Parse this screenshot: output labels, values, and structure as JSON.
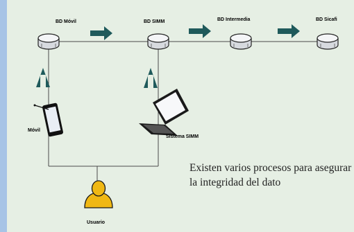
{
  "nodes": {
    "bd_movil": "BD Móvil",
    "bd_simm": "BD SIMM",
    "bd_intermedia": "BD Intermedia",
    "bd_sicafi": "BD Sicafi",
    "movil": "Móvil",
    "sistema_simm": "Sistema SIMM",
    "usuario": "Usuario"
  },
  "caption": "Existen varios procesos para asegurar la integridad del dato",
  "colors": {
    "frame": "#a7c4e6",
    "canvas": "#e6efe4",
    "arrow": "#1f5a5b",
    "user": "#f0b814"
  },
  "icons": [
    "database-icon",
    "arrow-right-icon",
    "arrow-up-icon",
    "mobile-device-icon",
    "laptop-icon",
    "user-icon"
  ]
}
